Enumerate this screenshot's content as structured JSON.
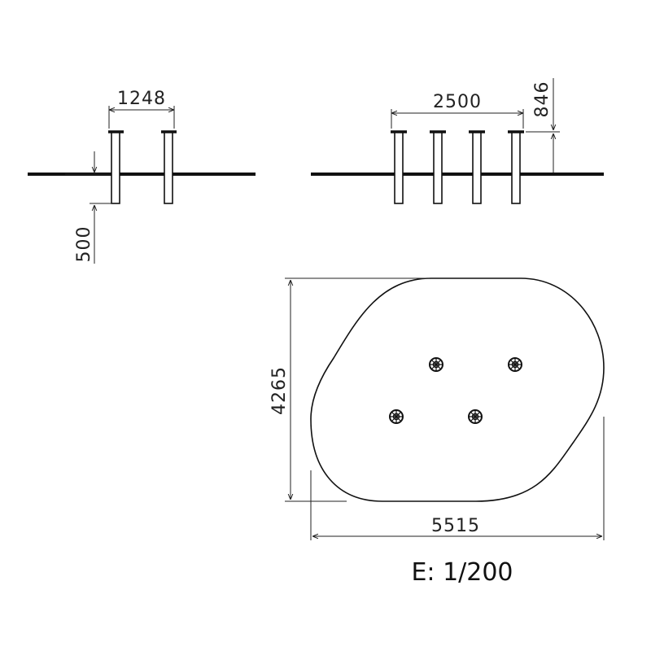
{
  "side_view_left": {
    "width_dimension": "1248",
    "depth_dimension": "500"
  },
  "side_view_right": {
    "width_dimension": "2500",
    "height_dimension": "846"
  },
  "plan_view": {
    "height_dimension": "4265",
    "width_dimension": "5515"
  },
  "scale_label": "E: 1/200"
}
